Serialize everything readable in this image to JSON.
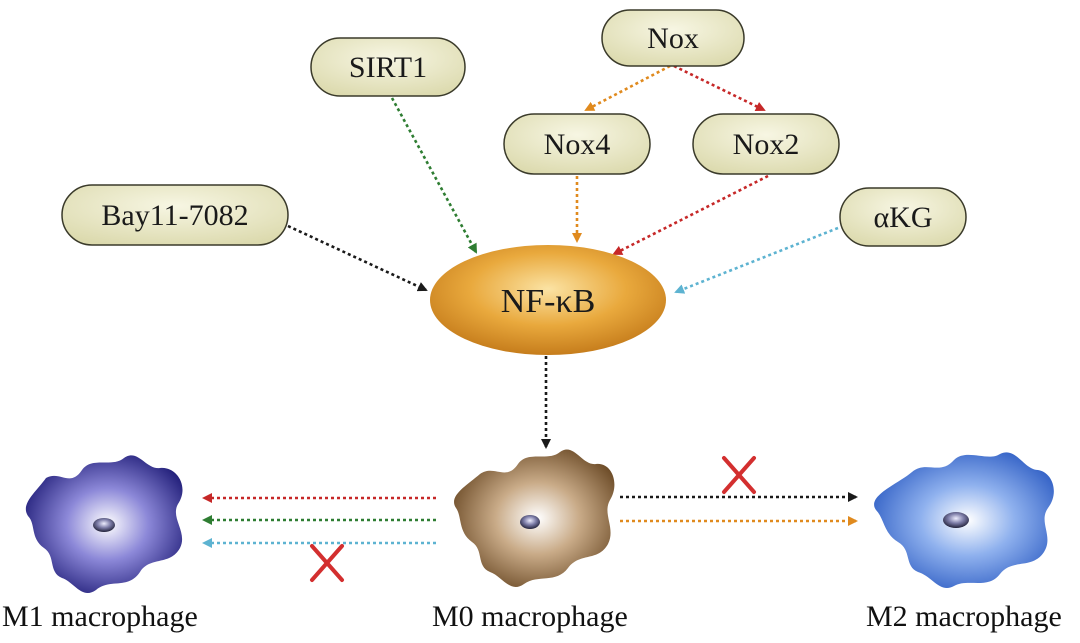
{
  "nodes": {
    "sirt1": "SIRT1",
    "nox": "Nox",
    "nox4": "Nox4",
    "nox2": "Nox2",
    "bay": "Bay11-7082",
    "akg": "αKG",
    "nfkb": "NF-κB"
  },
  "cells": {
    "m1": "M1 macrophage",
    "m0": "M0 macrophage",
    "m2": "M2 macrophage"
  },
  "colors": {
    "pill_fill": "#ecebc8",
    "pill_stroke": "#3a3a2a",
    "nfkb_fill": "#e2a13a",
    "black": "#1a1a1a",
    "green": "#2e7d32",
    "orange": "#e08a1e",
    "red": "#c62828",
    "blue": "#5db3d1",
    "m1_fill": "#2b2a86",
    "m0_fill": "#7a5a35",
    "m2_fill": "#3f6fcf",
    "block_mark": "#d32f2f"
  }
}
